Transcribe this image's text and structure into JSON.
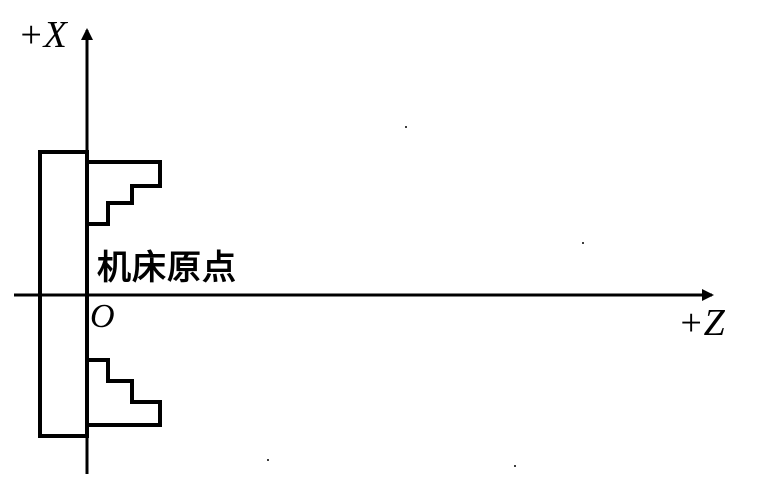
{
  "axes": {
    "x_label": "+X",
    "z_label": "+Z"
  },
  "origin": {
    "label": "O",
    "name": "机床原点"
  },
  "colors": {
    "line": "#000000",
    "background": "#ffffff"
  }
}
